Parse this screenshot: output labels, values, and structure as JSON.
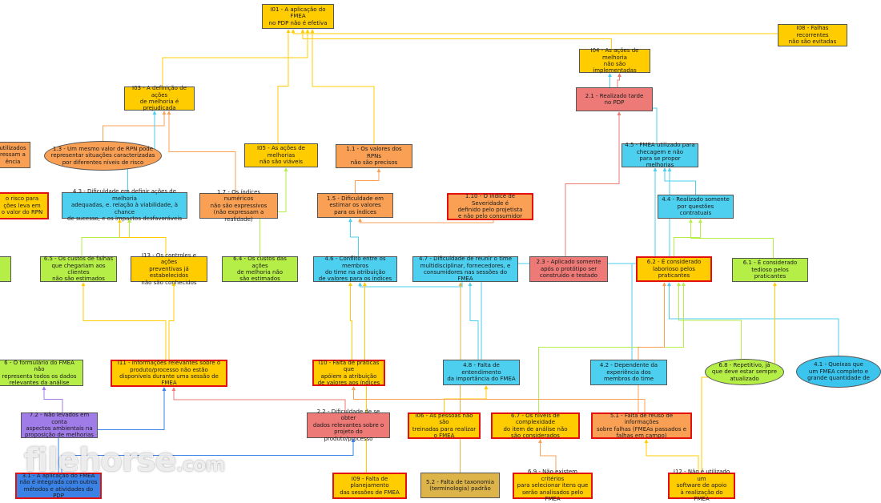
{
  "nodes": {
    "i01": "I01 - A aplicação do FMEA\nno PDP não é efetiva",
    "i08": "I08 - Falhas recorrentes\nnão são evitadas",
    "i04": "I04 - As ações de melhoria\nnão são implementadas",
    "n21": "2.1 - Realizado tarde\nno PDP",
    "i03": "I03 - A definição de ações\nde melhoria é prejudicada",
    "left_a": "utilizados\nressam a\nência",
    "n13": "1.3 - Um mesmo valor de RPN pode\nrepresentar situações caracterizadas\npor diferentes níveis de risco",
    "i05": "I05 - As ações de melhorias\nnão são viáveis",
    "n11": "1.1 - Os valores dos RPNs\nnão são precisos",
    "n45": "4.5 - FMEA utilizado para\nchecagem e não\npara se propor melhorias",
    "left_b": "o risco para\nções leva em\no valor do RPN",
    "n43": "4.3 - Dificuldade em definir ações de melhoria\nadequadas, e. relação à viabilidade, à chance\nde sucesso, e os impactos desfavoráveis",
    "n17": "1.7 - Os índices numéricos\nnão são expressivos\n(não expressam a realidade)",
    "n15": "1.5 - Dificuldade em\nestimar os valores\npara os índices",
    "n110": "1.10 - O índice de Severidade é\ndefinido pelo projetista\ne não pelo consumidor",
    "n44": "4.4 - Realizado somente\npor questões contratuais",
    "n65": "6.5 - Os custos de falhas\nque chegariam aos clientes\nnão são estimados",
    "i13": "I13 - Os controles e ações\npreventivas já estabelecidos\nnão são conhecidos",
    "n64": "6.4 - Os custos das ações\nde melhoria não\nsão estimados",
    "n46": "4.6 - Conflito entre os membros\ndo time na atribuição\nde valores para os índices",
    "n47": "4.7 - Dificuldade de reunir o time\nmultidisciplinar, fornecedores, e\nconsumidores nas sessões do FMEA",
    "n23": "2.3 - Aplicado somente\napós o protótipo ser\nconstruído e testado",
    "n62": "6.2 - É considerado\nlaborioso pelos praticantes",
    "n61": "6.1 - É considerado\ntedioso pelos praticantes",
    "left_c": "6 - O formulário do FMEA não\nrepresenta todos os dados\nrelevantes da análise",
    "i11": "I11 - Informações relevantes sobre o\nproduto/processo não estão\ndisponíveis durante uma sessão de FMEA",
    "i10": "I10 - Falta de práticas que\napóiem a atribuição\nde valores aos índices",
    "n48": "4.8 - Falta de entendimento\nda importância do FMEA",
    "n42": "4.2 - Dependente da\nexperiência dos\nmembros do time",
    "n68": "6.8 - Repetitivo, já\nque deve estar sempre\natualizado",
    "n41": "4.1 - Queixas que\num FMEA completo e\ngrande quantidade de",
    "n72": "7.2 - Não levados em conta\naspectos ambientais na\nproposição de melhorias",
    "n22": "2.2 - Dificuldade de se obter\ndados relevantes sobre o\nprojeto do produto/processo",
    "i06": "I06 - As pessoas não são\ntreinadas para realizar\no FMEA",
    "n67": "6.7 - Os níveis de complexidade\ndo item de análise não\nsão considerados",
    "n51": "5.1 - Falta de reuso de informações\nsobre falhas (FMEAs passados e\nfalhas em campo)",
    "n31": "3.1 - A aplicação do FMEA\nnão é integrada com outros\nmétodos e atividades do PDP",
    "i09": "I09 - Falta de planejamento\ndas sessões de FMEA",
    "n52": "5.2 - Falta de taxonomia\n(terminologia) padrão",
    "n69": "6.9 - Não existem critérios\npara selecionar itens que\nserão analisados pelo FMEA",
    "i12": "I12 - Não é utilizado um\nsoftware de apoio\nà realização do FMEA"
  },
  "colors": {
    "yellow": "#ffcc00",
    "orange": "#f9a055",
    "cyan": "#4dcfef",
    "green": "#b6ee48",
    "red": "#ee7a77",
    "purple": "#a07ce8",
    "blue": "#3b82e6",
    "gold": "#dcb44a",
    "red_border": "#e2100f"
  },
  "edges": [
    {
      "from": "i04",
      "to": "i01",
      "color": "#ffcc00"
    },
    {
      "from": "i08",
      "to": "i01",
      "color": "#ffcc00"
    },
    {
      "from": "i03",
      "to": "i01",
      "color": "#ffcc00"
    },
    {
      "from": "i05",
      "to": "i01",
      "color": "#ffcc00"
    },
    {
      "from": "n11",
      "to": "i01",
      "color": "#ffcc00"
    },
    {
      "from": "n21",
      "to": "i04",
      "color": "#ee7a77"
    },
    {
      "from": "n45",
      "to": "i04",
      "color": "#4dcfef"
    },
    {
      "from": "n13",
      "to": "i03",
      "color": "#f9a055"
    },
    {
      "from": "n43",
      "to": "i03",
      "color": "#4dcfef"
    },
    {
      "from": "n17",
      "to": "i03",
      "color": "#f9a055"
    },
    {
      "from": "n15",
      "to": "n11",
      "color": "#f9a055"
    },
    {
      "from": "n110",
      "to": "n15",
      "color": "#f9a055"
    },
    {
      "from": "n23",
      "to": "n21",
      "color": "#ee7a77"
    },
    {
      "from": "n44",
      "to": "n45",
      "color": "#4dcfef"
    },
    {
      "from": "n65",
      "to": "n43",
      "color": "#b6ee48"
    },
    {
      "from": "i13",
      "to": "n43",
      "color": "#ffcc00"
    },
    {
      "from": "n64",
      "to": "i05",
      "color": "#b6ee48"
    },
    {
      "from": "n46",
      "to": "n15",
      "color": "#4dcfef"
    },
    {
      "from": "n47",
      "to": "n46",
      "color": "#4dcfef"
    },
    {
      "from": "n62",
      "to": "n44",
      "color": "#b6ee48"
    },
    {
      "from": "n61",
      "to": "n44",
      "color": "#b6ee48"
    },
    {
      "from": "i11",
      "to": "n65",
      "color": "#ffcc00"
    },
    {
      "from": "i11",
      "to": "i13",
      "color": "#ffcc00"
    },
    {
      "from": "i10",
      "to": "n46",
      "color": "#ffcc00"
    },
    {
      "from": "n48",
      "to": "n47",
      "color": "#4dcfef"
    },
    {
      "from": "n48",
      "to": "n45",
      "color": "#4dcfef"
    },
    {
      "from": "n42",
      "to": "n45",
      "color": "#4dcfef"
    },
    {
      "from": "n68",
      "to": "n62",
      "color": "#b6ee48"
    },
    {
      "from": "n41",
      "to": "n62",
      "color": "#4dcfef"
    },
    {
      "from": "n72",
      "to": "left_c",
      "color": "#a07ce8"
    },
    {
      "from": "n22",
      "to": "i11",
      "color": "#ee7a77"
    },
    {
      "from": "i06",
      "to": "n48",
      "color": "#ffcc00"
    },
    {
      "from": "n67",
      "to": "n62",
      "color": "#b6ee48"
    },
    {
      "from": "n51",
      "to": "n62",
      "color": "#f9a055"
    },
    {
      "from": "n31",
      "to": "i11",
      "color": "#3b82e6"
    },
    {
      "from": "n31",
      "to": "n22",
      "color": "#3b82e6"
    },
    {
      "from": "i09",
      "to": "n46",
      "color": "#ffcc00"
    },
    {
      "from": "n52",
      "to": "n47",
      "color": "#dcb44a"
    },
    {
      "from": "n69",
      "to": "n67",
      "color": "#f9a055"
    },
    {
      "from": "i12",
      "to": "n51",
      "color": "#ffcc00"
    },
    {
      "from": "i12",
      "to": "n61",
      "color": "#ffcc00"
    },
    {
      "from": "n51",
      "to": "i10",
      "color": "#f9a055"
    }
  ],
  "watermark": {
    "main": "filehorse",
    "suffix": ".com"
  }
}
